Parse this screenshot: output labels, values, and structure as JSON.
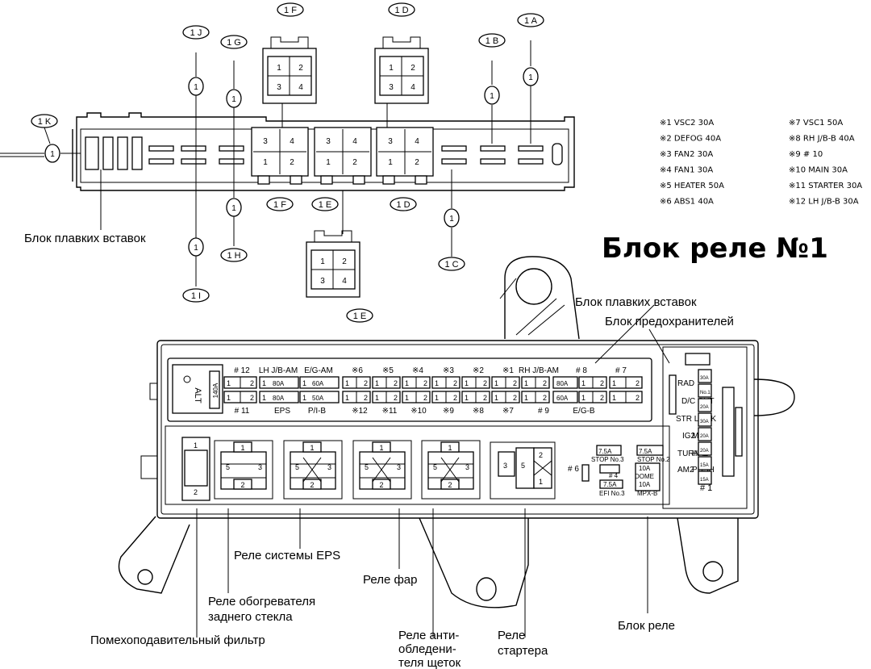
{
  "title": "Блок реле №1",
  "connectors_top": [
    "1 J",
    "1 G",
    "1 F",
    "1 D",
    "1 B",
    "1 A",
    "1 K",
    "1 H",
    "1 I",
    "1 C",
    "1 E"
  ],
  "connector_pins": [
    "1",
    "2",
    "3",
    "4"
  ],
  "marker": "①",
  "fuse_legend": [
    "※1  VSC2  30A",
    "※2  DEFOG  40A",
    "※3  FAN2  30A",
    "※4  FAN1  30A",
    "※5  HEATER  50A",
    "※6  ABS1  40A",
    "※7  VSC1  50A",
    "※8  RH J/B-B  40A",
    "※9  # 10",
    "※10  MAIN  30A",
    "※11  STARTER  30A",
    "※12  LH J/B-B  30A"
  ],
  "labels": {
    "fusible_block_top": "Блок плавких вставок",
    "fusible_block": "Блок плавких вставок",
    "fuse_block": "Блок предохранителей",
    "relay_block": "Блок реле",
    "eps_relay": "Реле системы EPS",
    "headlight_relay": "Реле фар",
    "rear_defogger_relay": "Реле обогревателя\nзаднего стекла",
    "noise_filter": "Помехоподавительный фильтр",
    "wiper_deicer_relay": "Реле анти-\nобледени-\nтеля щеток",
    "starter_relay": "Реле\nстартера"
  },
  "fuse_row_top": [
    "# 12",
    "LH J/B-AM",
    "E/G-AM",
    "※6",
    "※5",
    "※4",
    "※3",
    "※2",
    "※1",
    "RH J/B-AM",
    "# 8",
    "# 7"
  ],
  "fuse_row_bottom": [
    "# 11",
    "EPS",
    "P/I-B",
    "※12",
    "※11",
    "※10",
    "※9",
    "※8",
    "※7",
    "# 9",
    "E/G-B"
  ],
  "fuse_values": [
    "80A",
    "60A",
    "80A",
    "50A",
    "80A",
    "60A",
    "140A"
  ],
  "alt": "ALT",
  "right_fuses": [
    "RAD",
    "D/C CUT",
    "STR LOCK",
    "IG2",
    "MAIN",
    "TURN",
    "HAZ",
    "AM2",
    "PUSH",
    "# 1"
  ],
  "right_fuse_values": [
    "30A",
    "No.1",
    "20A",
    "30A",
    "20A",
    "20A",
    "15A",
    "15A",
    "20A",
    "7.5A",
    "No.3"
  ],
  "mini_fuses": [
    "7.5A",
    "STOP No.3",
    "7.5A",
    "STOP No.2",
    "10A",
    "# 4",
    "DOME",
    "7.5A",
    "10A",
    "EFI No.3",
    "MPX-B",
    "# 6"
  ],
  "relay_pins": [
    "1",
    "2",
    "3",
    "4",
    "5"
  ]
}
